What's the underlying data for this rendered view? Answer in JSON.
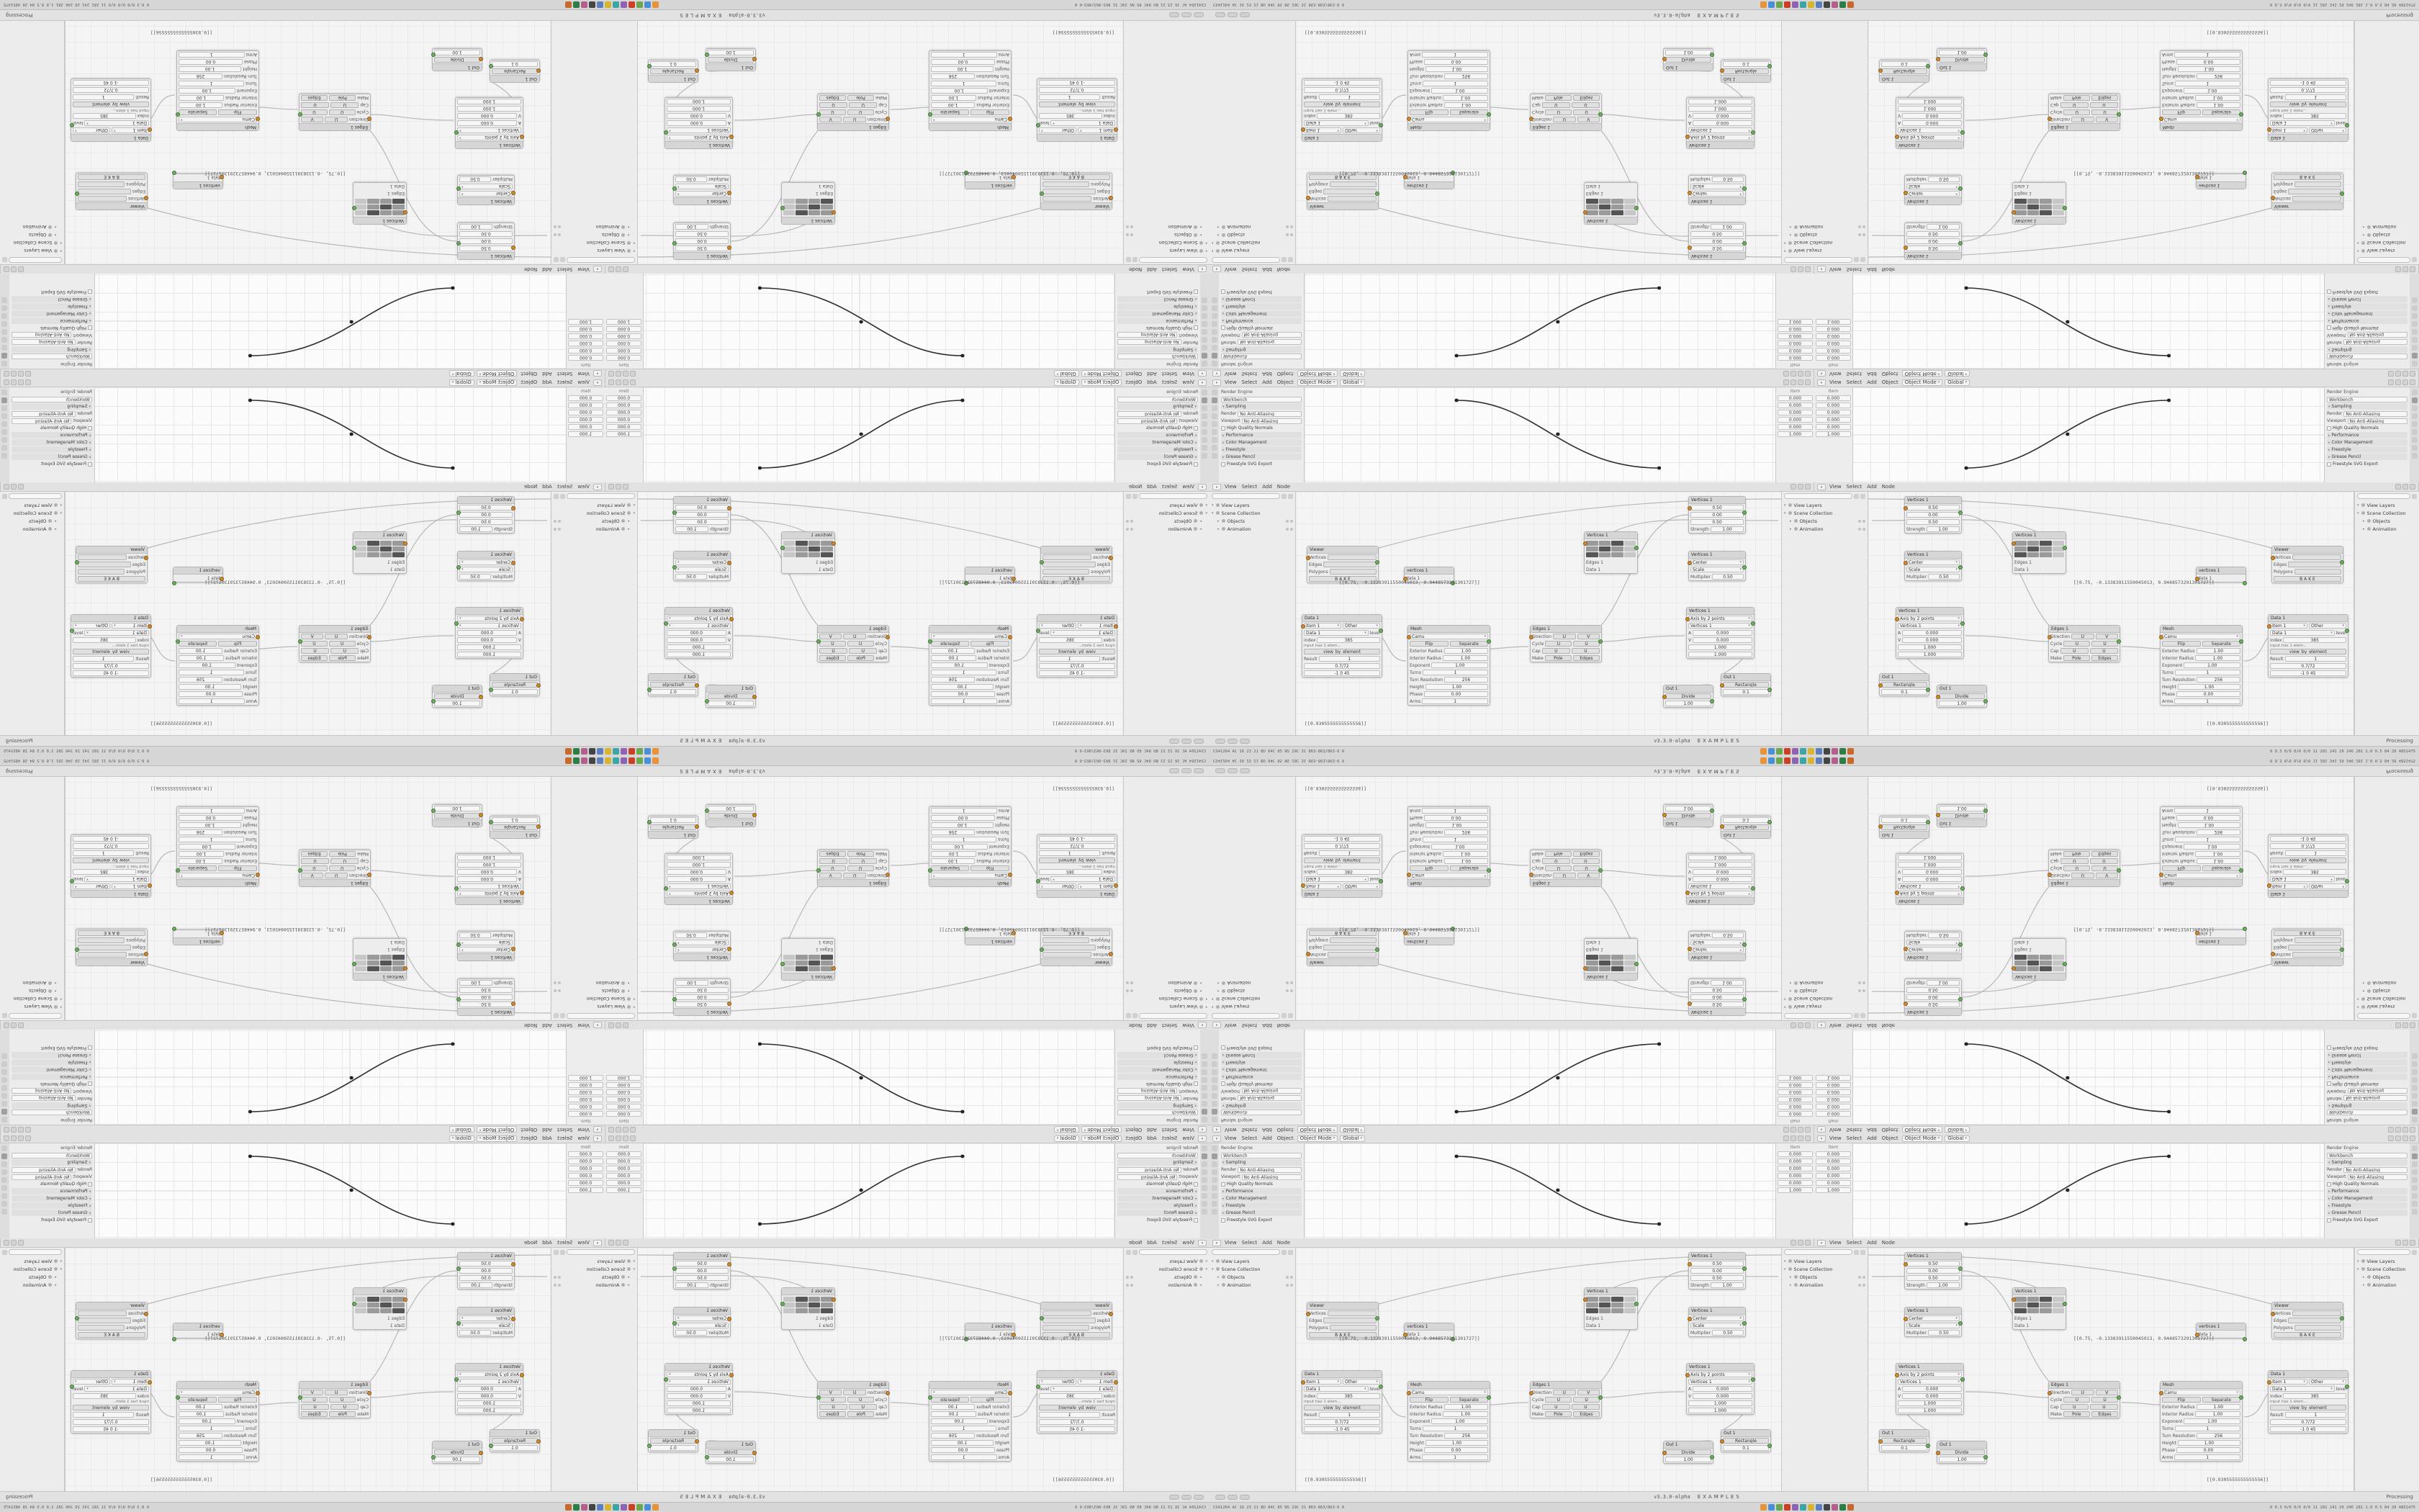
{
  "window": {
    "status": {
      "version": "v3.3.0-alpha",
      "workspace": "EXAMPLES",
      "state": "Processing"
    },
    "taskbar": {
      "stats_left": "CS41264 AC 16 23 21 BU 84C 85 NS 29C 31 863-863/863-0 0",
      "stats_right": "0 0.3 0/0 0/0 0/0 11 281 241 29 246 281 1.0 0.5 84 28 4851475",
      "icon_colors": [
        "#e8923a",
        "#4a90d9",
        "#6aa84f",
        "#cc4125",
        "#8e63b4",
        "#3aa6a6",
        "#d9b430",
        "#5b7fbf",
        "#444444",
        "#b45f8e",
        "#2d7d46",
        "#c96a2d"
      ]
    }
  },
  "viewport_header": {
    "menus": [
      "View",
      "Select",
      "Add",
      "Object"
    ],
    "mode": "Object Mode",
    "orientation": "Global"
  },
  "node_header": {
    "menus": [
      "View",
      "Select",
      "Add",
      "Node"
    ]
  },
  "properties": {
    "engine_label": "Render Engine",
    "engine_value": "Workbench",
    "sampling": "Sampling",
    "render_label": "Render",
    "render_value": "No Anti-Aliasing",
    "viewport_label": "Viewport",
    "viewport_value": "No Anti-Aliasing",
    "hq_normals": "High Quality Normals",
    "performance": "Performance",
    "color_management": "Color Management",
    "freestyle": "Freestyle",
    "grease_pencil": "Grease Pencil",
    "svg_export": "Freestyle SVG Export"
  },
  "outliner": {
    "items": [
      {
        "label": "View Layers"
      },
      {
        "label": "Scene Collection"
      },
      {
        "label": "Objects"
      },
      {
        "label": "Animation"
      }
    ]
  },
  "npanel": {
    "tab": "Item",
    "values": [
      "0.000",
      "0.000",
      "0.000",
      "0.000",
      "0.000",
      "1.000"
    ]
  },
  "annotations": {
    "a": "[[0.75, -0.13383911550045013, 0.9448573291301727]]",
    "b": "[[0.9305555555555556]]"
  },
  "nodes": {
    "strength": {
      "title": "Vertices 1",
      "r1": "0.50",
      "r2": "0.00",
      "r3": "0.50",
      "r4_label": "Strength",
      "r4": "1.00"
    },
    "center": {
      "title": "Vertices 1",
      "r1": "Center",
      "r2": "Scale",
      "r3_label": "Multiplier",
      "r3": "0.50"
    },
    "axis": {
      "title": "Vertices 1",
      "mode": "Axis by 2 points",
      "sub": "Vertices 1",
      "a_label": "A",
      "a": "0.000",
      "v_label": "V",
      "v": "0.000",
      "z": "1.000",
      "extra": "1.000"
    },
    "grid": {
      "title": "Edges 1",
      "r1_label": "Direction",
      "r1a": "U",
      "r1b": "V",
      "r2_label": "Cycle",
      "r2a": "U",
      "r2b": "U",
      "r3_label": "Cap",
      "r3a": "U",
      "r3b": "U",
      "r4_label": "Make",
      "r4a": "Pole",
      "r4b": "Edges"
    },
    "mesh": {
      "title": "Mesh",
      "mode": "Camu",
      "t1": "Flip",
      "t2": "Separate",
      "s1_label": "Exterior Radius",
      "s1": "1.00",
      "s2_label": "Interior Radius",
      "s2": "1.00",
      "s3_label": "Exponent",
      "s3": "1.00",
      "s4_label": "Turns",
      "s4": "1",
      "s5_label": "Turn Resolution",
      "s5": "256",
      "s6_label": "Height",
      "s6": "1.00",
      "s7_label": "Phase",
      "s7": "0.00",
      "s8_label": "Arms",
      "s8": "1"
    },
    "out1": {
      "title": "Out 1",
      "r1": "Rectangle",
      "r2": "0.1"
    },
    "out2": {
      "title": "Out 1",
      "r1": "Divide",
      "r2": "1.00"
    },
    "viewer": {
      "title": "Viewer",
      "r1": "Vertices",
      "r2": "Edges",
      "r3": "Polygons",
      "bake": "B A K E"
    },
    "data": {
      "title": "Data 1",
      "mode": "Item 1",
      "mode2": "Other",
      "sub": "Data 1",
      "level": "level",
      "index_label": "index",
      "index": "385",
      "note": "input has 1 elem...",
      "vbe": "view_by_element",
      "result_label": "Result",
      "result": "1",
      "frac": "0.7/72",
      "vec": "-1  0  45"
    },
    "small": {
      "title": "vertices 1",
      "r1": "data 1"
    },
    "swatch": {
      "title": "Vertices 1",
      "r1": "Edges 1",
      "r2": "Data 1"
    }
  }
}
